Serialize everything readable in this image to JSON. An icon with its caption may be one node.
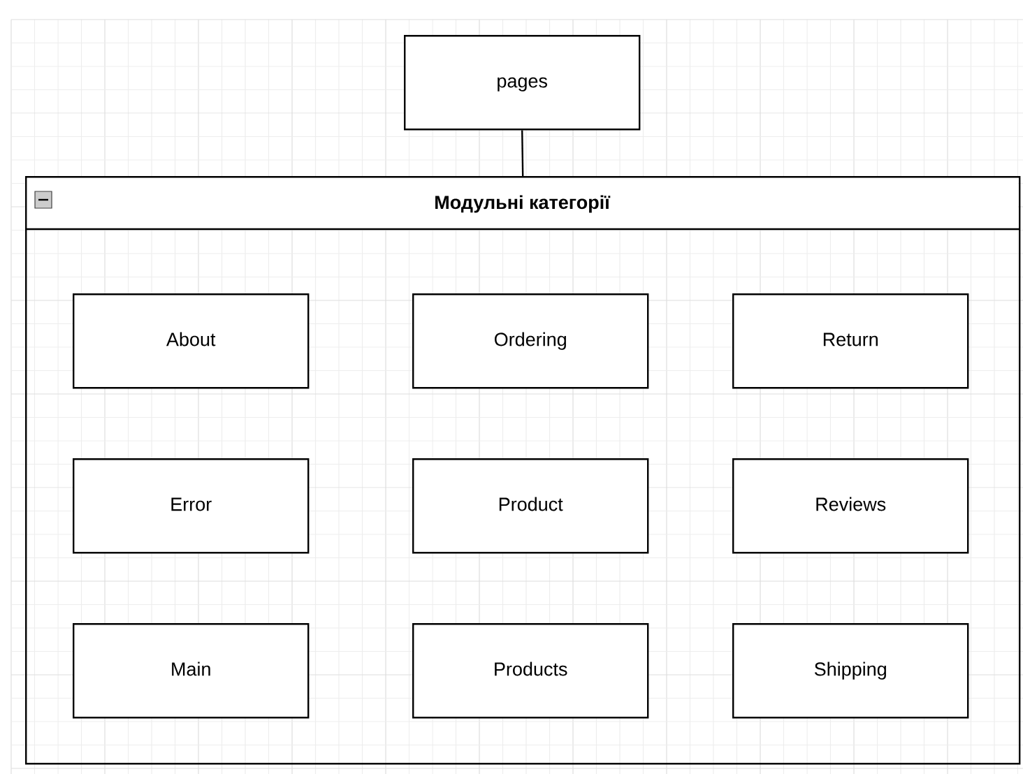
{
  "diagram": {
    "nodes": [
      {
        "text": [
          "pages"
        ]
      },
      {
        "text": [
          "Модульні категорії"
        ]
      },
      {
        "text": [
          "About"
        ],
        "in": 1
      },
      {
        "text": [
          "Ordering"
        ],
        "in": 1
      },
      {
        "text": [
          "Return"
        ],
        "in": 1
      },
      {
        "text": [
          "Error"
        ],
        "in": 1
      },
      {
        "text": [
          "Product"
        ],
        "in": 1
      },
      {
        "text": [
          "Reviews"
        ],
        "in": 1
      },
      {
        "text": [
          "Main"
        ],
        "in": 1
      },
      {
        "text": [
          "Products"
        ],
        "in": 1
      },
      {
        "text": [
          "Shipping"
        ],
        "in": 1
      }
    ],
    "edges": [
      {
        "from": 0,
        "to": 1,
        "arrow": "none"
      }
    ]
  }
}
